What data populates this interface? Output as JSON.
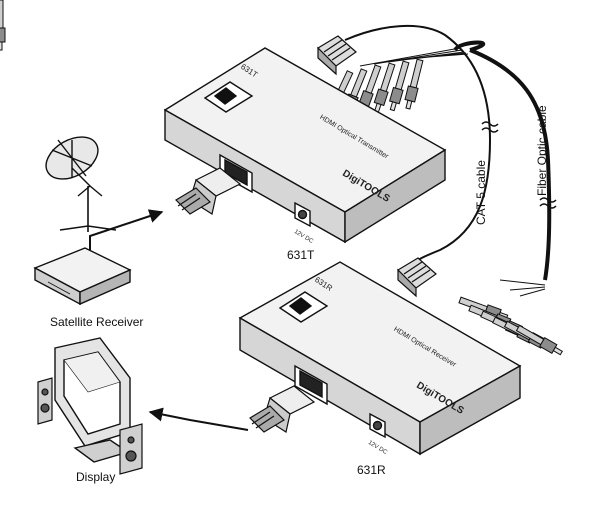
{
  "labels": {
    "satellite_receiver": "Satellite Receiver",
    "display": "Display",
    "transmitter_id": "631T",
    "receiver_id": "631R",
    "cat5_cable": "CAT 5 cable",
    "fiber_cable": "Fiber Optic cable"
  },
  "transmitter": {
    "model_plate": "631T",
    "product_line": "HDMI Optical Transmitter",
    "brand": "DigiTOOLS",
    "power_label": "12V DC"
  },
  "receiver": {
    "model_plate": "631R",
    "product_line": "HDMI Optical Receiver",
    "brand": "DigiTOOLS",
    "power_label": "12V DC"
  },
  "colors": {
    "line": "#111111",
    "box_top": "#f2f2f2",
    "box_front": "#d6d6d6",
    "box_side": "#bdbdbd"
  }
}
